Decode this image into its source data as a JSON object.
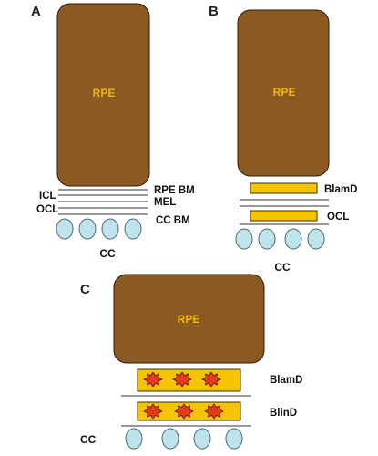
{
  "panels": {
    "a": {
      "letter": "A",
      "rpe": "RPE",
      "labels": {
        "rpe_bm": "RPE BM",
        "icl": "ICL",
        "mel": "MEL",
        "ocl": "OCL",
        "cc_bm": "CC BM"
      },
      "cc": "CC"
    },
    "b": {
      "letter": "B",
      "rpe": "RPE",
      "labels": {
        "blamd": "BlamD",
        "ocl": "OCL"
      },
      "cc": "CC"
    },
    "c": {
      "letter": "C",
      "rpe": "RPE",
      "labels": {
        "blamd": "BlamD",
        "blind": "BlinD"
      },
      "cc": "CC"
    }
  },
  "colors": {
    "rpe_fill": "#8b5a23",
    "rpe_text": "#f2b600",
    "capillary_fill": "#bfe3ea",
    "deposit_fill": "#f5c400",
    "lipid_spots": "#e23b1a"
  }
}
